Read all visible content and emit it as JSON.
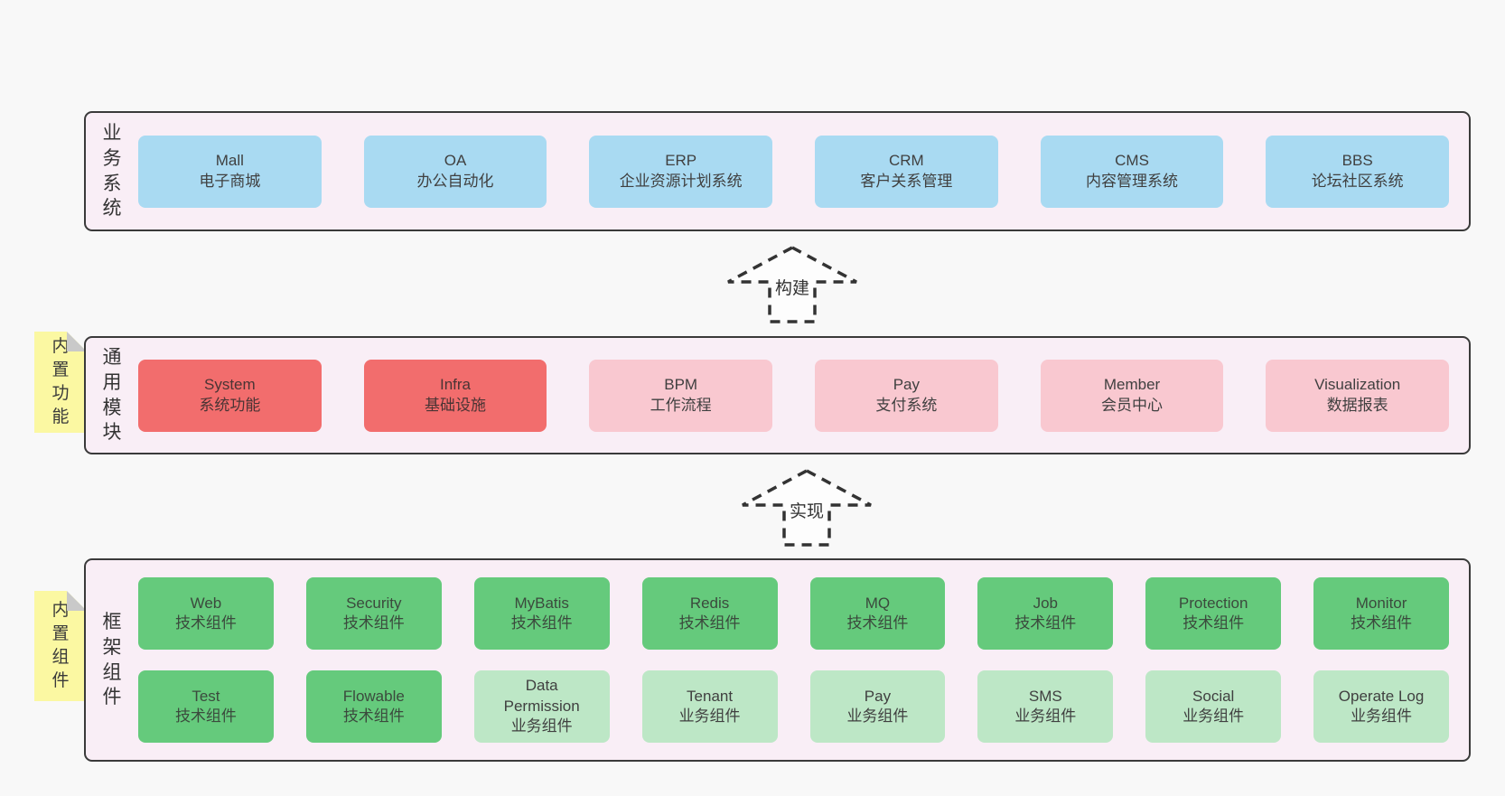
{
  "diagram": {
    "layers": [
      {
        "id": "business-systems",
        "side_label": "业务系统",
        "sticky_note": null,
        "columns": 6,
        "rows": [
          [
            {
              "name": "Mall",
              "desc": "电子商城",
              "variant": "blue"
            },
            {
              "name": "OA",
              "desc": "办公自动化",
              "variant": "blue"
            },
            {
              "name": "ERP",
              "desc": "企业资源计划系统",
              "variant": "blue"
            },
            {
              "name": "CRM",
              "desc": "客户关系管理",
              "variant": "blue"
            },
            {
              "name": "CMS",
              "desc": "内容管理系统",
              "variant": "blue"
            },
            {
              "name": "BBS",
              "desc": "论坛社区系统",
              "variant": "blue"
            }
          ]
        ]
      },
      {
        "id": "common-modules",
        "side_label": "通用模块",
        "sticky_note": "内置功能",
        "columns": 6,
        "rows": [
          [
            {
              "name": "System",
              "desc": "系统功能",
              "variant": "red"
            },
            {
              "name": "Infra",
              "desc": "基础设施",
              "variant": "red"
            },
            {
              "name": "BPM",
              "desc": "工作流程",
              "variant": "pink"
            },
            {
              "name": "Pay",
              "desc": "支付系统",
              "variant": "pink"
            },
            {
              "name": "Member",
              "desc": "会员中心",
              "variant": "pink"
            },
            {
              "name": "Visualization",
              "desc": "数据报表",
              "variant": "pink"
            }
          ]
        ]
      },
      {
        "id": "framework-components",
        "side_label": "框架组件",
        "sticky_note": "内置组件",
        "columns": 8,
        "rows": [
          [
            {
              "name": "Web",
              "desc": "技术组件",
              "variant": "green"
            },
            {
              "name": "Security",
              "desc": "技术组件",
              "variant": "green"
            },
            {
              "name": "MyBatis",
              "desc": "技术组件",
              "variant": "green"
            },
            {
              "name": "Redis",
              "desc": "技术组件",
              "variant": "green"
            },
            {
              "name": "MQ",
              "desc": "技术组件",
              "variant": "green"
            },
            {
              "name": "Job",
              "desc": "技术组件",
              "variant": "green"
            },
            {
              "name": "Protection",
              "desc": "技术组件",
              "variant": "green"
            },
            {
              "name": "Monitor",
              "desc": "技术组件",
              "variant": "green"
            }
          ],
          [
            {
              "name": "Test",
              "desc": "技术组件",
              "variant": "green"
            },
            {
              "name": "Flowable",
              "desc": "技术组件",
              "variant": "green"
            },
            {
              "name": "Data\nPermission",
              "desc": "业务组件",
              "variant": "lightgreen"
            },
            {
              "name": "Tenant",
              "desc": "业务组件",
              "variant": "lightgreen"
            },
            {
              "name": "Pay",
              "desc": "业务组件",
              "variant": "lightgreen"
            },
            {
              "name": "SMS",
              "desc": "业务组件",
              "variant": "lightgreen"
            },
            {
              "name": "Social",
              "desc": "业务组件",
              "variant": "lightgreen"
            },
            {
              "name": "Operate Log",
              "desc": "业务组件",
              "variant": "lightgreen"
            }
          ]
        ]
      }
    ],
    "arrows": [
      {
        "label": "构建"
      },
      {
        "label": "实现"
      }
    ],
    "colors": {
      "page_bg": "#f8f8f8",
      "layer_bg": "#f9eef6",
      "layer_border": "#3a3a3a",
      "box_blue": "#a9daf2",
      "box_red": "#f26d6d",
      "box_pink": "#f9c8d0",
      "box_green": "#65ca7c",
      "box_light_green": "#bde7c6",
      "note_yellow": "#fbf8a2",
      "note_fold_gray": "#c9c9c9",
      "text": "#404040"
    }
  }
}
